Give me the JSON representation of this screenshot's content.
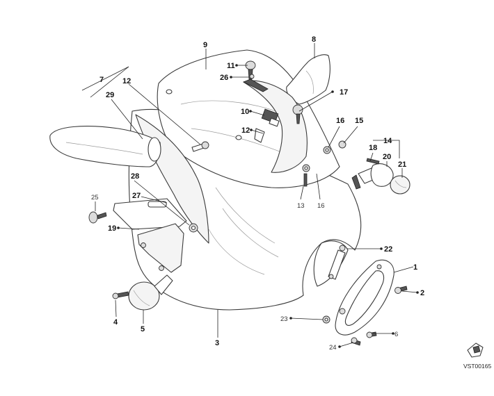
{
  "labels": {
    "l1": "1",
    "l2": "2",
    "l3": "3",
    "l4": "4",
    "l5": "5",
    "l6": "6",
    "l7": "7",
    "l8": "8",
    "l9": "9",
    "l10": "10",
    "l11": "11",
    "l12a": "12",
    "l12b": "12",
    "l13": "13",
    "l14": "14",
    "l15": "15",
    "l16a": "16",
    "l16b": "16",
    "l17": "17",
    "l18": "18",
    "l19": "19",
    "l20": "20",
    "l21": "21",
    "l22": "22",
    "l23": "23",
    "l24": "24",
    "l25": "25",
    "l26": "26",
    "l27": "27",
    "l28": "28",
    "l29": "29"
  },
  "drawing_code": "VST00165",
  "colors": {
    "line": "#3a3a3a",
    "text": "#111111",
    "background": "#ffffff"
  }
}
